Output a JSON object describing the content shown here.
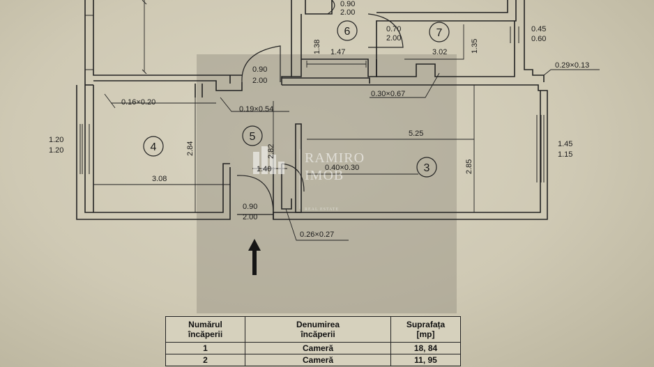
{
  "plan": {
    "rooms": [
      {
        "id": "room-3",
        "label": "3"
      },
      {
        "id": "room-4",
        "label": "4"
      },
      {
        "id": "room-5",
        "label": "5"
      },
      {
        "id": "room-6",
        "label": "6"
      },
      {
        "id": "room-7",
        "label": "7"
      }
    ],
    "dimensions": {
      "d_090_200_top": "0.90\n2.00",
      "d_070_200": "0.70\n2.00",
      "d_138": "1.38",
      "d_147": "1.47",
      "d_302": "3.02",
      "d_135": "1.35",
      "d_045_060": "0.45\n0.60",
      "d_029_013": "0.29×0.13",
      "d_090_200_mid": "0.90\n2.00",
      "d_030_067": "0.30×0.67",
      "d_016_020": "0.16×0.20",
      "d_019_054": "0.19×0.54",
      "d_120_120": "1.20\n1.20",
      "d_284": "2.84",
      "d_282": "2.82",
      "d_525": "5.25",
      "d_145_115": "1.45\n1.15",
      "d_140": "1.40",
      "d_040_030": "0.40×0.30",
      "d_285": "2.85",
      "d_308": "3.08",
      "d_090_200_bottom": "0.90\n2.00",
      "d_026_027": "0.26×0.27"
    },
    "watermark": {
      "line1": "RAMIRO",
      "line2": "IMOB",
      "tagline": "REAL ESTATE"
    },
    "icons": {
      "entry": "entry-arrow-icon",
      "logo": "building-logo-icon"
    }
  },
  "table": {
    "headers": [
      "Numărul\nîncăperii",
      "Denumirea\nîncăperii",
      "Suprafața\n[mp]"
    ],
    "rows": [
      [
        "1",
        "Cameră",
        "18, 84"
      ],
      [
        "2",
        "Cameră",
        "11, 95"
      ]
    ]
  }
}
